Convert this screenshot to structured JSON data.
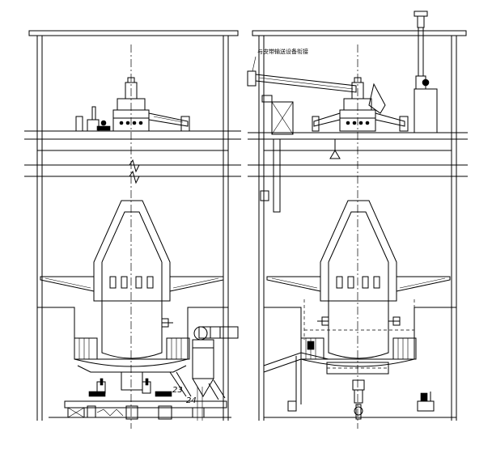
{
  "annotations": {
    "conveyor_note": "与皮带输送设备衔接",
    "callout_23": "23",
    "callout_24": "24"
  },
  "colors": {
    "line": "#000000",
    "background": "#ffffff"
  }
}
